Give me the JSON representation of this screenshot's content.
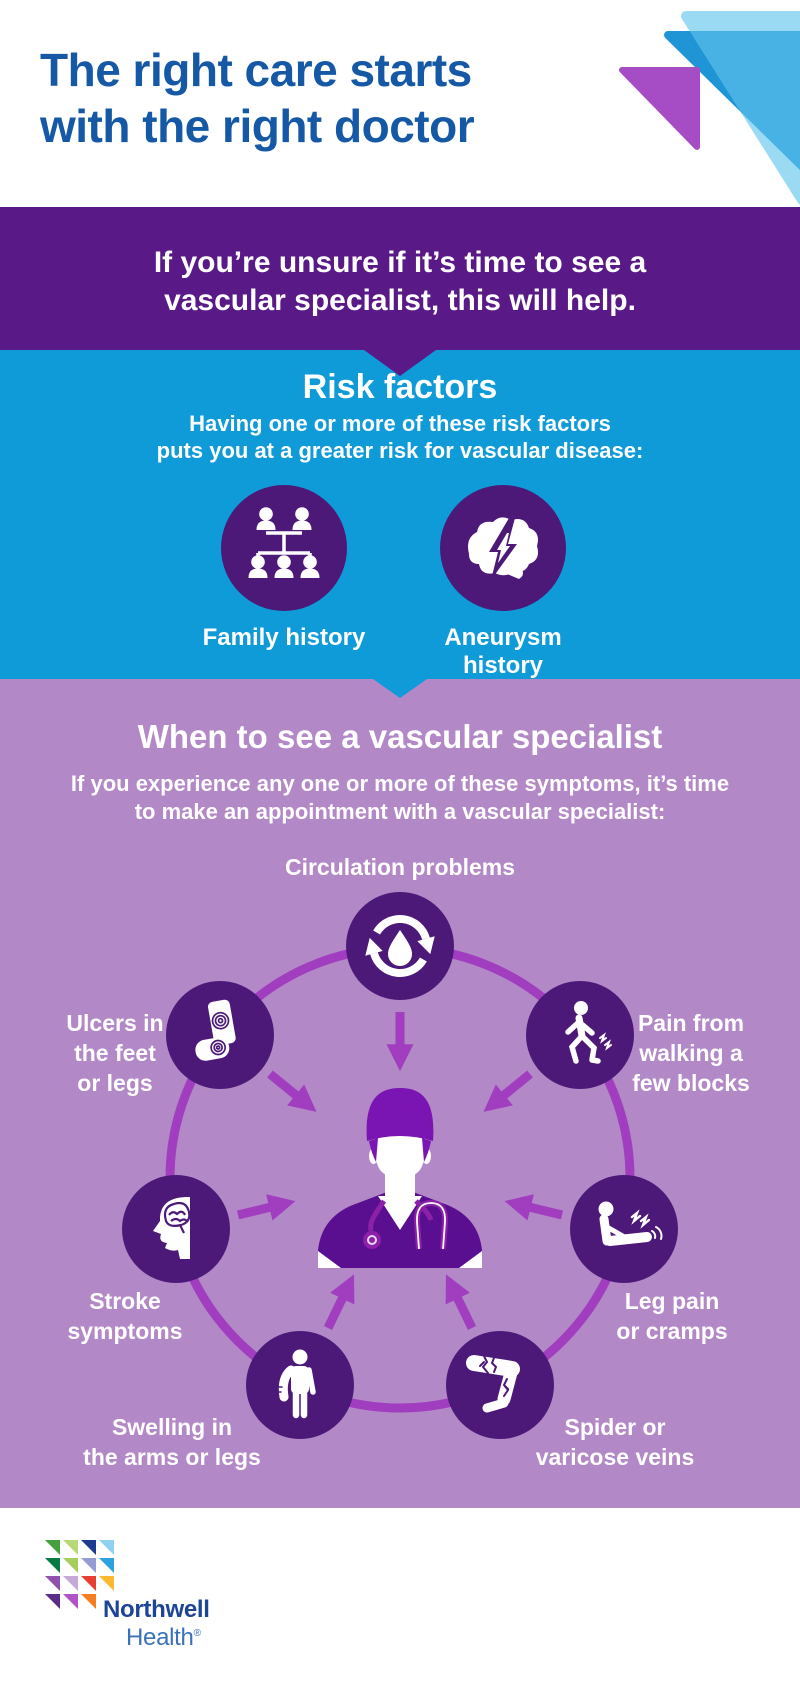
{
  "header": {
    "title_line1": "The right care starts",
    "title_line2": "with the right doctor",
    "logo_mark": "northwell-triangles-icon"
  },
  "intro_banner": {
    "line1": "If you’re unsure if it’s time to see a",
    "line2": "vascular specialist, this will help."
  },
  "risk_section": {
    "heading": "Risk factors",
    "subtitle_line1": "Having one or more of these risk factors",
    "subtitle_line2": "puts you at a greater risk for vascular disease:",
    "factors": [
      {
        "label": "Family history",
        "icon": "family-history-icon"
      },
      {
        "label": "Aneurysm history",
        "icon": "aneurysm-history-icon"
      }
    ]
  },
  "symptoms_section": {
    "heading": "When to see a vascular specialist",
    "subtitle_line1": "If you experience any one or more of these symptoms, it’s time",
    "subtitle_line2": "to make an appointment with a vascular specialist:",
    "center_icon": "vascular-specialist-doctor-icon",
    "symptoms": [
      {
        "id": "circulation",
        "icon": "circulation-problems-icon",
        "lines": [
          "Circulation problems"
        ]
      },
      {
        "id": "ulcers",
        "icon": "foot-ulcer-sock-icon",
        "lines": [
          "Ulcers in",
          "the feet",
          "or legs"
        ]
      },
      {
        "id": "walking",
        "icon": "walking-pain-icon",
        "lines": [
          "Pain from",
          "walking a",
          "few blocks"
        ]
      },
      {
        "id": "stroke",
        "icon": "stroke-head-brain-icon",
        "lines": [
          "Stroke",
          "symptoms"
        ]
      },
      {
        "id": "leg-pain",
        "icon": "leg-pain-cramps-icon",
        "lines": [
          "Leg pain",
          "or cramps"
        ]
      },
      {
        "id": "swelling",
        "icon": "swollen-limb-person-icon",
        "lines": [
          "Swelling in",
          "the arms or legs"
        ]
      },
      {
        "id": "spider-veins",
        "icon": "varicose-vein-leg-icon",
        "lines": [
          "Spider or",
          "varicose veins"
        ]
      }
    ]
  },
  "footer": {
    "brand_line1": "Northwell",
    "brand_line2": "Health",
    "registered": "®",
    "logo_grid": [
      "#44a13d",
      "#b8d977",
      "#1d3c8f",
      "#8fd1f0",
      "#077c42",
      "#a5ce5c",
      "#959bd4",
      "#2aa3de",
      "#9150ab",
      "#c6a9d8",
      "#e8402f",
      "#fcb831",
      "#5b2d88",
      "#b152c8",
      "#f57e20"
    ]
  },
  "colors": {
    "title_blue": "#1558a5",
    "banner_purple": "#591a87",
    "section_blue": "#0f9ad8",
    "section_lavender": "#b388c7",
    "icon_circle_purple": "#4c1979",
    "accent_purple_ring_arrows": "#a13ec0",
    "doctor_scrubs": "#5a0f90",
    "doctor_cap": "#7a14b2",
    "stethoscope": "#8b21a8",
    "triangle_light_blue": "#5fc4ec",
    "triangle_blue": "#2095d5",
    "triangle_purple": "#a64cc4",
    "northwell_blue": "#1c4497",
    "health_blue": "#3a72b8",
    "text_white": "#ffffff"
  }
}
